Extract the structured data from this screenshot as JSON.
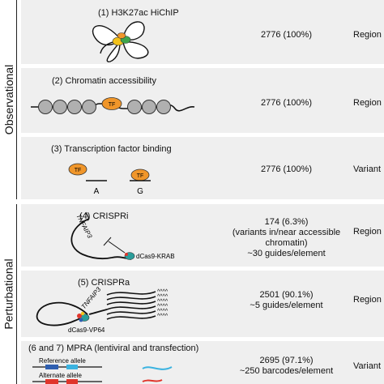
{
  "groups": {
    "observational": "Observational",
    "perturbational": "Perturbational"
  },
  "panels": [
    {
      "title": "(1) H3K27ac HiChIP",
      "stat_lines": [
        "2776 (100%)"
      ],
      "level": "Region"
    },
    {
      "title": "(2) Chromatin accessibility",
      "stat_lines": [
        "2776 (100%)"
      ],
      "level": "Region",
      "labels": {
        "tf": "TF"
      }
    },
    {
      "title": "(3) Transcription factor binding",
      "stat_lines": [
        "2776 (100%)"
      ],
      "level": "Variant",
      "labels": {
        "tf": "TF",
        "allele_a": "A",
        "allele_g": "G"
      }
    },
    {
      "title": "(4) CRISPRi",
      "stat_lines": [
        "174 (6.3%)",
        "(variants in/near accessible chromatin)",
        "~30 guides/element"
      ],
      "level": "Region",
      "labels": {
        "gene": "TNFAIP3",
        "effector": "dCas9-KRAB"
      }
    },
    {
      "title": "(5) CRISPRa",
      "stat_lines": [
        "2501 (90.1%)",
        "~5 guides/element"
      ],
      "level": "Region",
      "labels": {
        "gene": "TNFAIP3",
        "effector": "dCas9-VP64"
      }
    },
    {
      "title": "(6 and 7) MPRA (lentiviral and transfection)",
      "stat_lines": [
        "2695 (97.1%)",
        "~250 barcodes/element"
      ],
      "level": "Variant",
      "labels": {
        "reference": "Reference allele",
        "alternate": "Alternate allele"
      }
    }
  ],
  "colors": {
    "panel_bg": "#efefef",
    "tf_orange": "#f0962a",
    "nucleosome_gray": "#b0b0b0",
    "loop_yellow": "#f3c21a",
    "loop_green": "#3fa54b",
    "cas9_teal": "#2a9d9a",
    "cas9_red": "#e0352b",
    "cas9_blue": "#2f5fb0",
    "transcript_cyan": "#3bb3e0"
  }
}
